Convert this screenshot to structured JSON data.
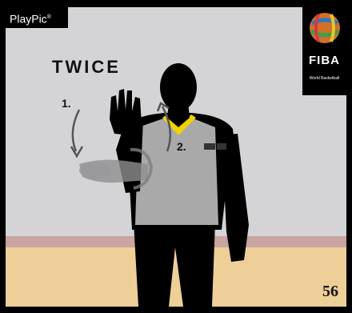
{
  "brand": {
    "name": "PlayPic",
    "mark": "®"
  },
  "fiba": {
    "logo_text": "FIBA",
    "tagline": "World Basketball",
    "icon": "basketball-globe-icon"
  },
  "signal": {
    "title": "TWICE",
    "step1": "1.",
    "step2": "2."
  },
  "page_number": "56",
  "colors": {
    "background": "#d4d4d6",
    "floor": "#efcf98",
    "shirt": "#a9a9aa",
    "collar": "#f2d200",
    "silhouette": "#000000"
  }
}
